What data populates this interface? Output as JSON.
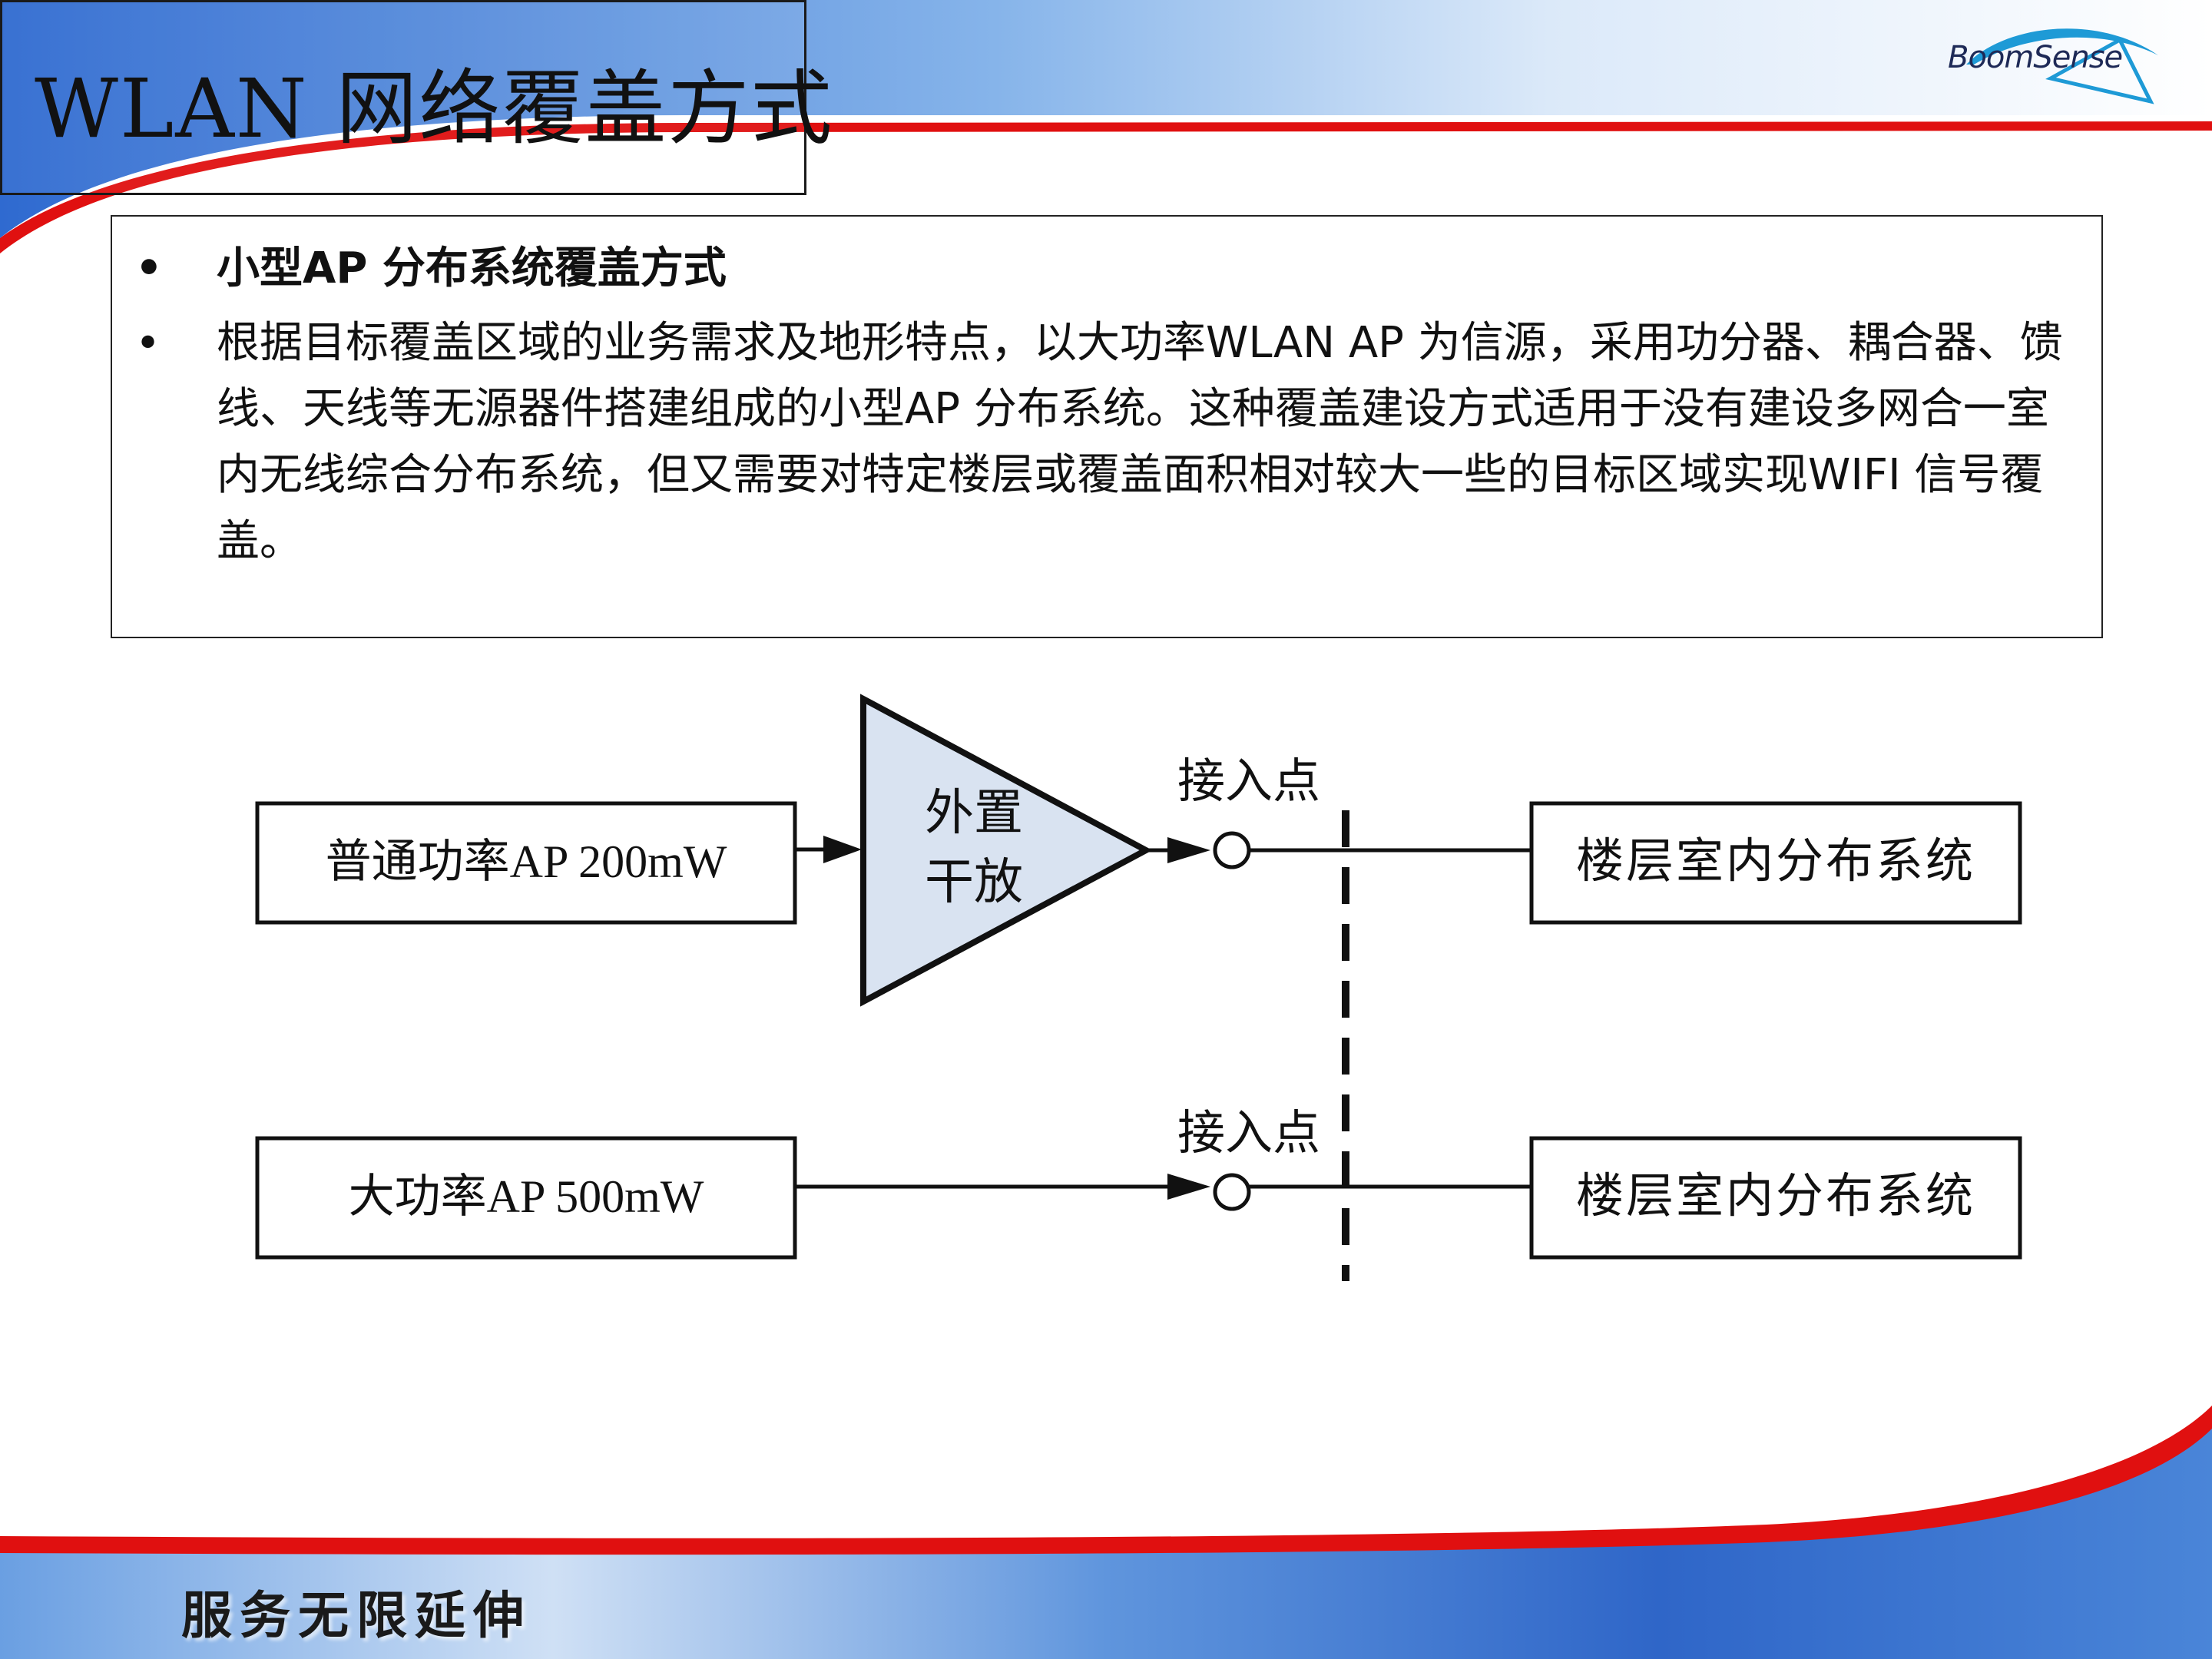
{
  "slide": {
    "title": "WLAN 网络覆盖方式",
    "logo": "BoomSense",
    "footer_slogan": "服务无限延伸"
  },
  "content": {
    "bullets": [
      "小型AP 分布系统覆盖方式",
      "根据目标覆盖区域的业务需求及地形特点，以大功率WLAN AP 为信源，采用功分器、耦合器、馈线、天线等无源器件搭建组成的小型AP 分布系统。这种覆盖建设方式适用于没有建设多网合一室内无线综合分布系统，但又需要对特定楼层或覆盖面积相对较大一些的目标区域实现WIFI 信号覆盖。"
    ]
  },
  "diagram": {
    "source_top": "普通功率AP 200mW",
    "amplifier_line1": "外置",
    "amplifier_line2": "干放",
    "access_point_top": "接入点",
    "dest_top": "楼层室内分布系统",
    "source_bottom": "大功率AP 500mW",
    "access_point_bottom": "接入点",
    "dest_bottom": "楼层室内分布系统"
  },
  "colors": {
    "accent_red": "#e01010",
    "amplifier_fill": "#d9e3f1",
    "bg_blue": "#3b6cc4"
  }
}
